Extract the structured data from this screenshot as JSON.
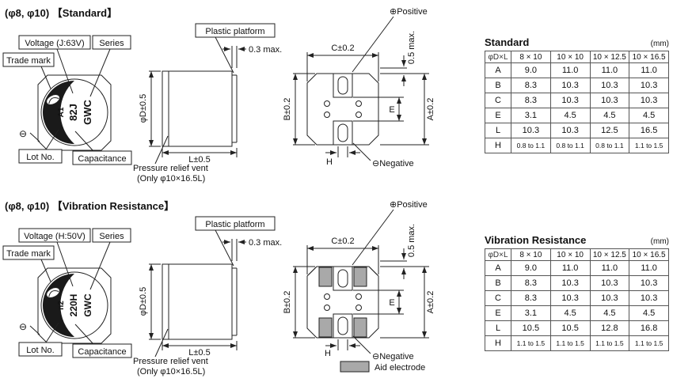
{
  "sections": {
    "standard": {
      "title": "(φ8, φ10) 【Standard】",
      "cap": {
        "line1": "A1",
        "line2": "82J",
        "line3": "GWC"
      },
      "labels": {
        "voltage": "Voltage (J:63V)",
        "series": "Series",
        "trade_mark": "Trade mark",
        "lot_no": "Lot No.",
        "capacitance": "Capacitance",
        "minus": "⊖",
        "plastic_platform": "Plastic platform",
        "top_clearance": "0.3 max.",
        "dia": "φD±0.5",
        "length": "L±0.5",
        "vent_line1": "Pressure relief vent",
        "vent_line2": "(Only φ10×16.5L)",
        "positive": "⊕Positive",
        "negative": "⊖Negative",
        "protrusion": "0.5 max.",
        "c_dim": "C±0.2",
        "b_dim": "B±0.2",
        "a_dim": "A±0.2",
        "e_dim": "E",
        "h_dim": "H"
      },
      "table": {
        "title": "Standard",
        "unit": "(mm)",
        "corner": "φD×L",
        "columns": [
          "8 × 10",
          "10 × 10",
          "10 × 12.5",
          "10 × 16.5"
        ],
        "rows": [
          {
            "name": "A",
            "values": [
              "9.0",
              "11.0",
              "11.0",
              "11.0"
            ]
          },
          {
            "name": "B",
            "values": [
              "8.3",
              "10.3",
              "10.3",
              "10.3"
            ]
          },
          {
            "name": "C",
            "values": [
              "8.3",
              "10.3",
              "10.3",
              "10.3"
            ]
          },
          {
            "name": "E",
            "values": [
              "3.1",
              "4.5",
              "4.5",
              "4.5"
            ]
          },
          {
            "name": "L",
            "values": [
              "10.3",
              "10.3",
              "12.5",
              "16.5"
            ]
          },
          {
            "name": "H",
            "values": [
              "0.8 to 1.1",
              "0.8 to 1.1",
              "0.8 to 1.1",
              "1.1 to 1.5"
            ]
          }
        ]
      }
    },
    "vibration": {
      "title": "(φ8, φ10) 【Vibration Resistance】",
      "cap": {
        "line1": "n2",
        "line2": "220H",
        "line3": "GWC"
      },
      "labels": {
        "voltage": "Voltage (H:50V)",
        "series": "Series",
        "trade_mark": "Trade mark",
        "lot_no": "Lot No.",
        "capacitance": "Capacitance",
        "minus": "⊖",
        "plastic_platform": "Plastic platform",
        "top_clearance": "0.3 max.",
        "dia": "φD±0.5",
        "length": "L±0.5",
        "vent_line1": "Pressure relief vent",
        "vent_line2": "(Only φ10×16.5L)",
        "positive": "⊕Positive",
        "negative": "⊖Negative",
        "protrusion": "0.5 max.",
        "c_dim": "C±0.2",
        "b_dim": "B±0.2",
        "a_dim": "A±0.2",
        "e_dim": "E",
        "h_dim": "H",
        "aid_electrode": "Aid electrode"
      },
      "table": {
        "title": "Vibration Resistance",
        "unit": "(mm)",
        "corner": "φD×L",
        "columns": [
          "8 × 10",
          "10 × 10",
          "10 × 12.5",
          "10 × 16.5"
        ],
        "rows": [
          {
            "name": "A",
            "values": [
              "9.0",
              "11.0",
              "11.0",
              "11.0"
            ]
          },
          {
            "name": "B",
            "values": [
              "8.3",
              "10.3",
              "10.3",
              "10.3"
            ]
          },
          {
            "name": "C",
            "values": [
              "8.3",
              "10.3",
              "10.3",
              "10.3"
            ]
          },
          {
            "name": "E",
            "values": [
              "3.1",
              "4.5",
              "4.5",
              "4.5"
            ]
          },
          {
            "name": "L",
            "values": [
              "10.5",
              "10.5",
              "12.8",
              "16.8"
            ]
          },
          {
            "name": "H",
            "values": [
              "1.1 to 1.5",
              "1.1 to 1.5",
              "1.1 to 1.5",
              "1.1 to 1.5"
            ]
          }
        ]
      }
    }
  }
}
